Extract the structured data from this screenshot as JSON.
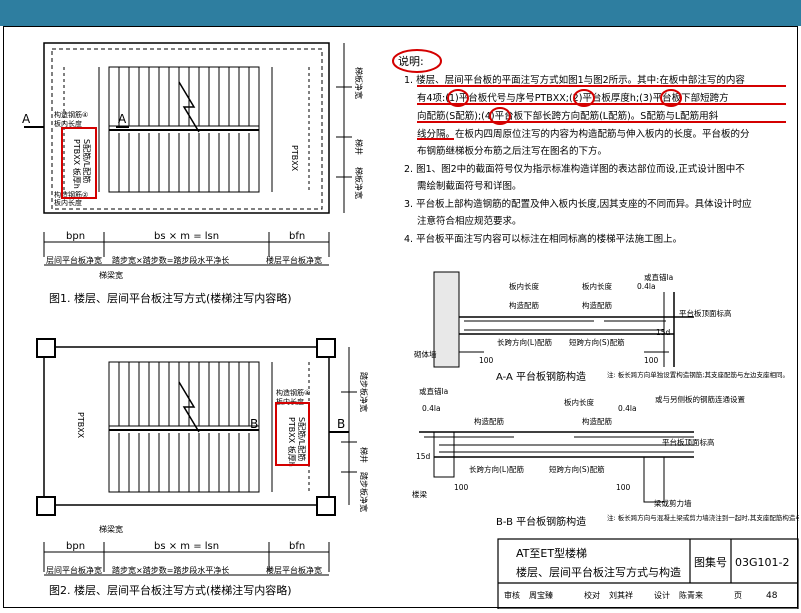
{
  "colors": {
    "accent": "#2e7ea0",
    "annotation_red": "#d40000",
    "line": "#000000"
  },
  "notes": {
    "heading": "说明:",
    "lines": [
      "1. 楼层、层间平台板的平面注写方式如图1与图2所示。其中:在板中部注写的内容",
      "有4项:(1)平台板代号与序号PTBXX;(2)平台板厚度h;(3)平台板下部短跨方",
      "向配筋(S配筋);(4)平台板下部长跨方向配筋(L配筋)。S配筋与L配筋用斜",
      "线分隔。在板内四周原位注写的内容为构造配筋与伸入板内的长度。平台板的分",
      "布钢筋继梯板分布筋之后注写在图名的下方。",
      "2. 图1、图2中的截面符号仅为指示标准构造详图的表达部位而设,正式设计图中不",
      "需绘制截面符号和详图。",
      "3. 平台板上部构造钢筋的配置及伸入板内长度,因其支座的不同而异。具体设计时应",
      "注意符合相应规范要求。",
      "4. 平台板平面注写内容可以标注在相同标高的楼梯平法施工图上。"
    ]
  },
  "figure1": {
    "caption": "图1. 楼层、层间平台板注写方式(楼梯注写内容略)",
    "section_mark": "A",
    "label_ptb": "PTBXX",
    "label_inner": "PTBXX 板厚h",
    "label_inner2": "S配筋/L配筋",
    "label_gouzao": "构造钢筋④",
    "label_bannei": "板内长度",
    "label_gouzao2": "构造钢筋②",
    "label_bannei2": "板内长度",
    "right_labels": [
      "梯板净宽",
      "梯井",
      "梯板净宽"
    ],
    "dim_bpn": "bpn",
    "dim_mid": "bs × m = lsn",
    "dim_bfn": "bfn",
    "bottom_labels": [
      "层间平台板净宽",
      "踏步宽×踏步数=踏步段水平净长",
      "楼层平台板净宽"
    ],
    "beam_label": "梯梁宽"
  },
  "figure2": {
    "caption": "图2. 楼层、层间平台板注写方式(楼梯注写内容略)",
    "section_mark": "B",
    "label_ptb": "PTBXX",
    "label_inner": "PTBXX 板厚h",
    "label_inner2": "S配筋/L配筋",
    "label_gouzao": "构造钢筋④",
    "label_bannei": "板内长度",
    "right_labels": [
      "踏步板净宽",
      "梯井",
      "踏步板净宽"
    ],
    "dim_bpn": "bpn",
    "dim_mid": "bs × m = lsn",
    "dim_bfn": "bfn",
    "bottom_labels": [
      "层间平台板净宽",
      "踏步宽×踏步数=踏步段水平净长",
      "楼层平台板净宽"
    ],
    "beam_label": "梯梁宽"
  },
  "detailA": {
    "title": "A-A 平台板钢筋构造",
    "labels": [
      "板内长度",
      "0.4la",
      "或直锚la",
      "板内长度",
      "构造配筋",
      "构造配筋",
      "平台板顶面标高",
      "长跨方向(L)配筋",
      "短跨方向(S)配筋",
      "15d",
      "100",
      "100",
      "砌体墙"
    ],
    "note": "注: 板长跨方向单独设置构造钢筋;其支座配筋与左边支座相同。"
  },
  "detailB": {
    "title": "B-B 平台板钢筋构造",
    "labels": [
      "或直锚la",
      "0.4la",
      "构造配筋",
      "板内长度",
      "0.4la",
      "或与另侧板的钢筋连通设置",
      "构造配筋",
      "平台板顶面标高",
      "长跨方向(L)配筋",
      "短跨方向(S)配筋",
      "15d",
      "100",
      "100",
      "楼梁",
      "梁或剪力墙"
    ],
    "note": "注: 板长跨方向与混凝土梁或剪力墙浇注到一起时,其支座配筋构造与右边支座相同。"
  },
  "titleblock": {
    "title_line1": "AT至ET型楼梯",
    "title_line2": "楼层、层间平台板注写方式与构造",
    "atlas_label": "图集号",
    "atlas_no": "03G101-2",
    "row_labels": [
      "审核",
      "校对",
      "设计",
      "页"
    ],
    "row_names": [
      "周宝臻",
      "刘其祥",
      "陈青来"
    ],
    "page_no": "48"
  }
}
